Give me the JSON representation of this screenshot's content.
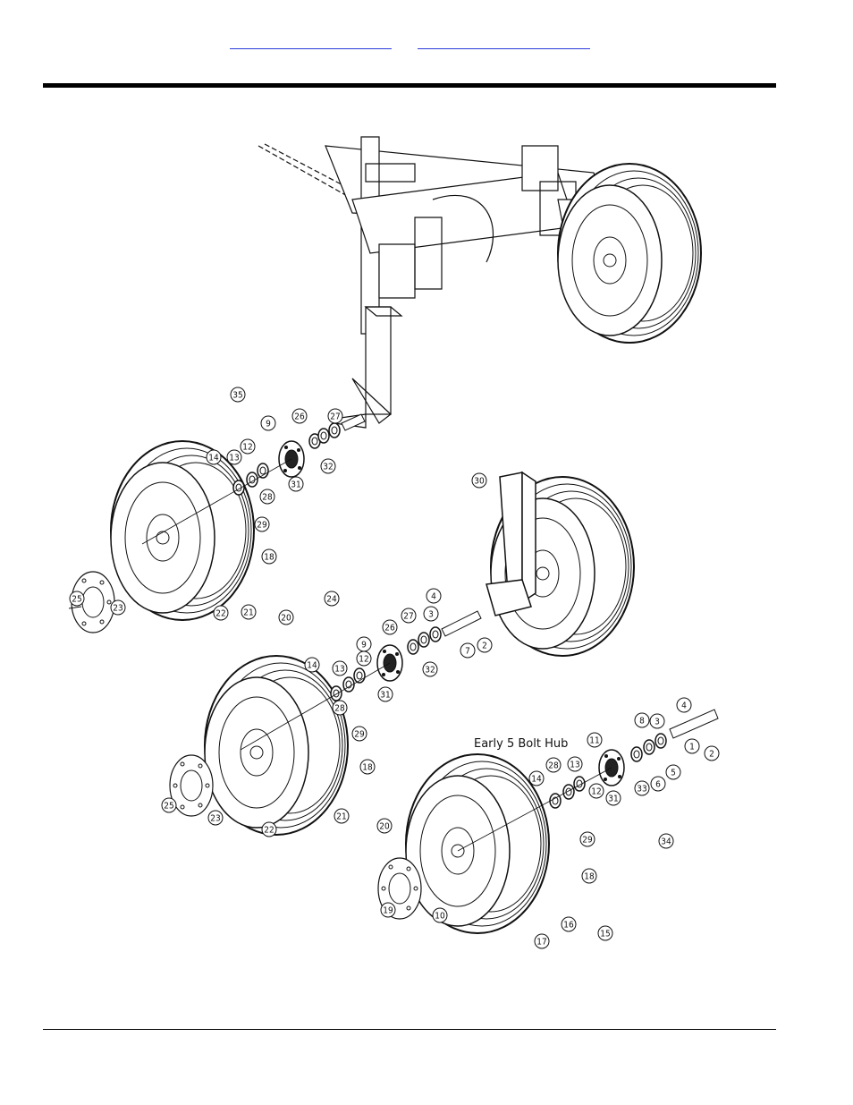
{
  "header": {
    "links": [
      "",
      ""
    ]
  },
  "diagram": {
    "caption": "Early 5 Bolt Hub",
    "callouts": [
      "35",
      "27",
      "26",
      "9",
      "12",
      "13",
      "14",
      "28",
      "31",
      "32",
      "29",
      "18",
      "25",
      "23",
      "22",
      "21",
      "20",
      "30",
      "24",
      "4",
      "3",
      "27",
      "26",
      "9",
      "12",
      "13",
      "14",
      "31",
      "32",
      "28",
      "29",
      "18",
      "7",
      "2",
      "25",
      "23",
      "22",
      "21",
      "20",
      "8",
      "4",
      "3",
      "1",
      "2",
      "11",
      "13",
      "28",
      "14",
      "12",
      "31",
      "33",
      "6",
      "5",
      "29",
      "34",
      "18",
      "19",
      "10",
      "17",
      "16",
      "15"
    ],
    "colors": {
      "ink": "#111111",
      "link": "#2a3cd9"
    }
  }
}
